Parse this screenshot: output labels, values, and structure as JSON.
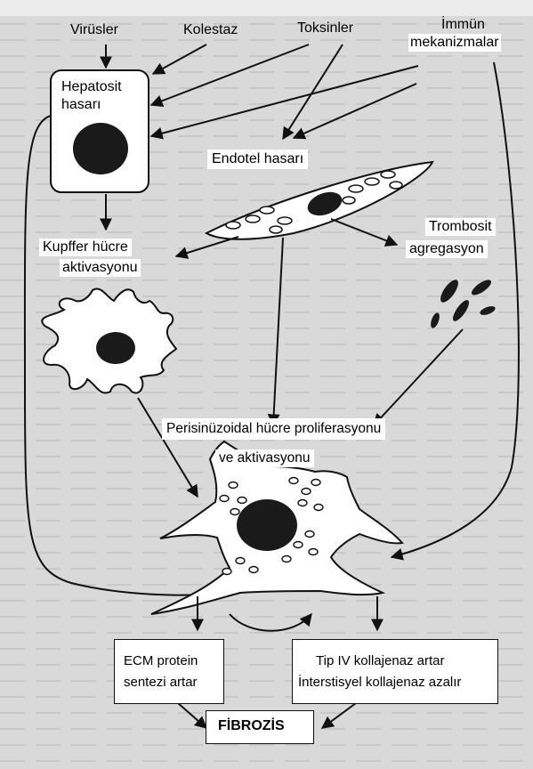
{
  "labels": {
    "virusler": "Virüsler",
    "kolestaz": "Kolestaz",
    "toksinler": "Toksinler",
    "immun_1": "İmmün",
    "immun_2": "mekanizmalar",
    "hepatosit_1": "Hepatosit",
    "hepatosit_2": "hasarı",
    "endotel": "Endotel hasarı",
    "kupffer_1": "Kupffer hücre",
    "kupffer_2": "aktivasyonu",
    "trombosit_1": "Trombosit",
    "trombosit_2": "agregasyon",
    "perisinuzoidal_1": "Perisinüzoidal hücre proliferasyonu",
    "perisinuzoidal_2": "ve aktivasyonu",
    "ecm_1": "ECM protein",
    "ecm_2": "sentezi artar",
    "tip4_1": "Tip IV kollajenaz artar",
    "tip4_2": "İnterstisyel kollajenaz azalır",
    "fibrozis": "FİBROZİS"
  },
  "colors": {
    "background": "#d9d9d9",
    "ink": "#111111",
    "label_bg": "#ffffff"
  }
}
